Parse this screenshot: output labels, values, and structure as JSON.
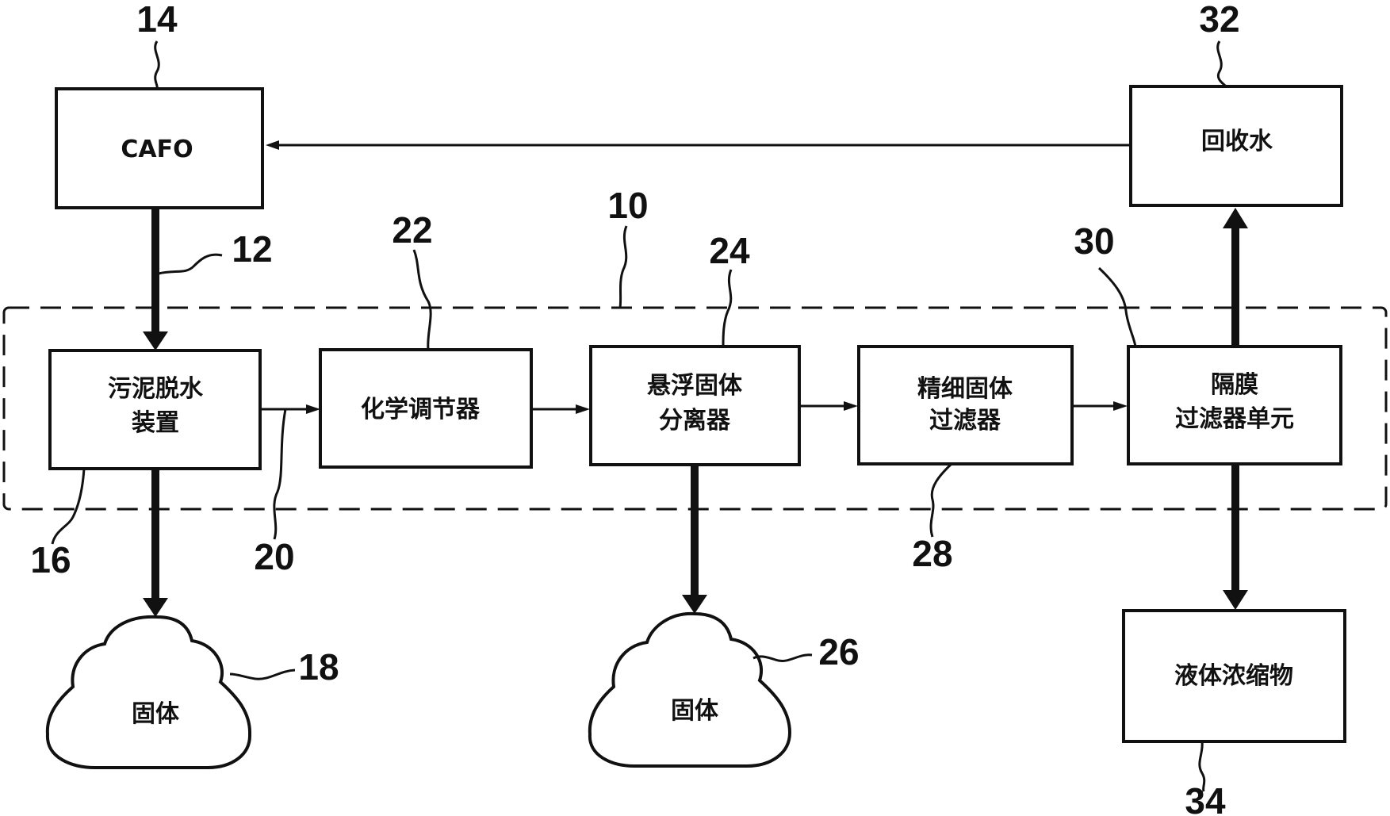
{
  "boxes": {
    "cafo": "CAFO",
    "dewater_line1": "污泥脱水",
    "dewater_line2": "装置",
    "chemical": "化学调节器",
    "suspended_line1": "悬浮固体",
    "suspended_line2": "分离器",
    "fine_line1": "精细固体",
    "fine_line2": "过滤器",
    "membrane_line1": "隔膜",
    "membrane_line2": "过滤器单元",
    "recovered": "回收水",
    "concentrate": "液体浓缩物"
  },
  "clouds": {
    "solids_left": "固体",
    "solids_mid": "固体"
  },
  "refs": {
    "r14": "14",
    "r32": "32",
    "r12": "12",
    "r22": "22",
    "r10": "10",
    "r24": "24",
    "r30": "30",
    "r16": "16",
    "r20": "20",
    "r28": "28",
    "r18": "18",
    "r26": "26",
    "r34": "34"
  }
}
